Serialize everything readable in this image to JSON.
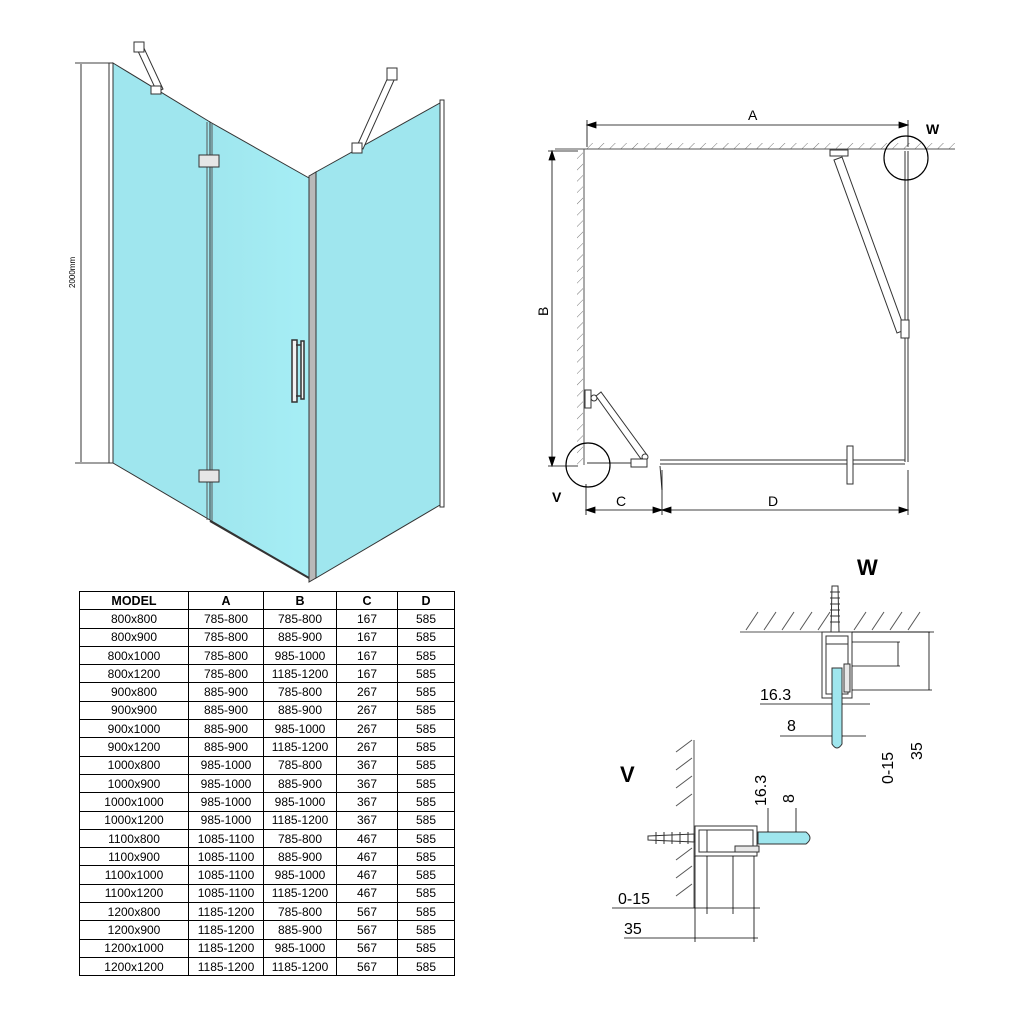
{
  "perspective": {
    "height_label": "2000mm"
  },
  "plan": {
    "label_a": "A",
    "label_b": "B",
    "label_c": "C",
    "label_d": "D",
    "label_w": "W",
    "label_v": "V"
  },
  "detail_w": {
    "title": "W",
    "dim_16_3": "16.3",
    "dim_8": "8",
    "dim_0_15": "0-15",
    "dim_35": "35"
  },
  "detail_v": {
    "title": "V",
    "dim_16_3": "16.3",
    "dim_8": "8",
    "dim_0_15": "0-15",
    "dim_35": "35"
  },
  "colors": {
    "glass": "#9fe6ee",
    "glass_edge": "#6cc9d3",
    "frame": "#333333"
  },
  "table": {
    "headers": [
      "MODEL",
      "A",
      "B",
      "C",
      "D"
    ],
    "rows": [
      [
        "800x800",
        "785-800",
        "785-800",
        "167",
        "585"
      ],
      [
        "800x900",
        "785-800",
        "885-900",
        "167",
        "585"
      ],
      [
        "800x1000",
        "785-800",
        "985-1000",
        "167",
        "585"
      ],
      [
        "800x1200",
        "785-800",
        "1185-1200",
        "167",
        "585"
      ],
      [
        "900x800",
        "885-900",
        "785-800",
        "267",
        "585"
      ],
      [
        "900x900",
        "885-900",
        "885-900",
        "267",
        "585"
      ],
      [
        "900x1000",
        "885-900",
        "985-1000",
        "267",
        "585"
      ],
      [
        "900x1200",
        "885-900",
        "1185-1200",
        "267",
        "585"
      ],
      [
        "1000x800",
        "985-1000",
        "785-800",
        "367",
        "585"
      ],
      [
        "1000x900",
        "985-1000",
        "885-900",
        "367",
        "585"
      ],
      [
        "1000x1000",
        "985-1000",
        "985-1000",
        "367",
        "585"
      ],
      [
        "1000x1200",
        "985-1000",
        "1185-1200",
        "367",
        "585"
      ],
      [
        "1100x800",
        "1085-1100",
        "785-800",
        "467",
        "585"
      ],
      [
        "1100x900",
        "1085-1100",
        "885-900",
        "467",
        "585"
      ],
      [
        "1100x1000",
        "1085-1100",
        "985-1000",
        "467",
        "585"
      ],
      [
        "1100x1200",
        "1085-1100",
        "1185-1200",
        "467",
        "585"
      ],
      [
        "1200x800",
        "1185-1200",
        "785-800",
        "567",
        "585"
      ],
      [
        "1200x900",
        "1185-1200",
        "885-900",
        "567",
        "585"
      ],
      [
        "1200x1000",
        "1185-1200",
        "985-1000",
        "567",
        "585"
      ],
      [
        "1200x1200",
        "1185-1200",
        "1185-1200",
        "567",
        "585"
      ]
    ]
  }
}
